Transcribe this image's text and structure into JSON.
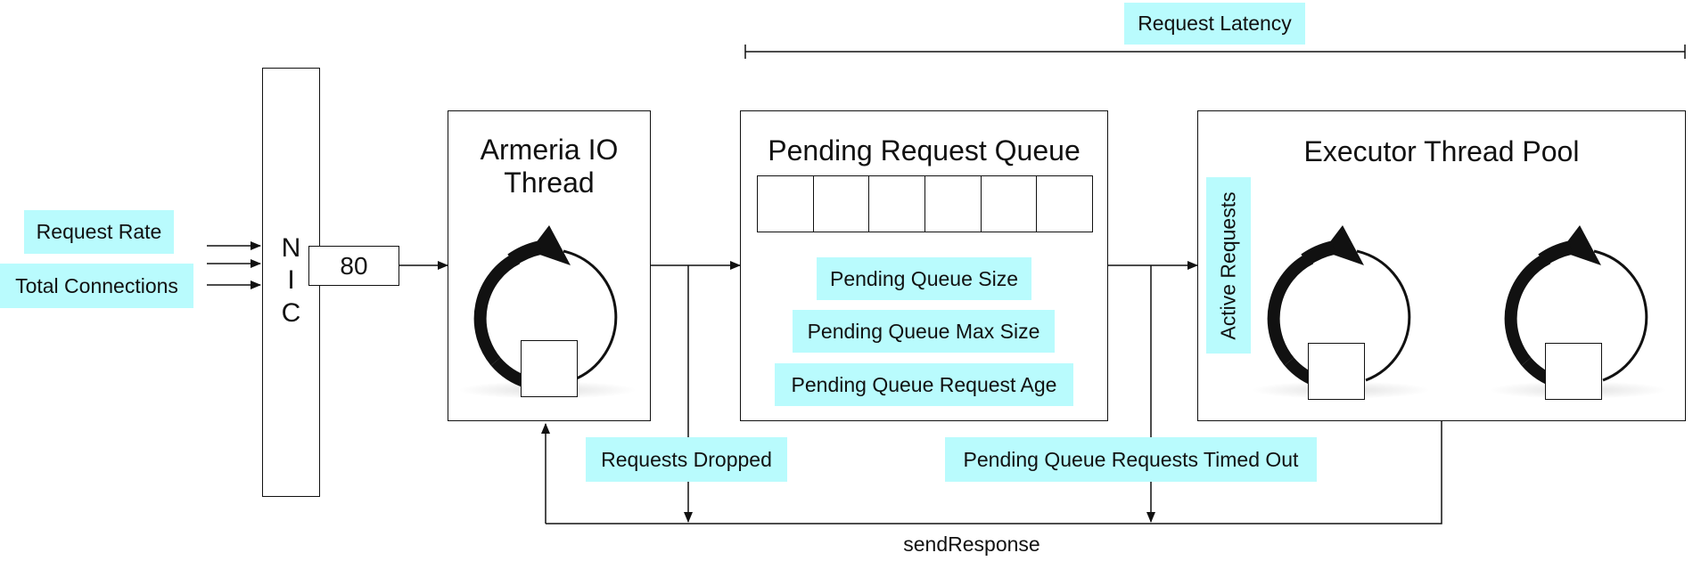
{
  "labels": {
    "request_latency": "Request Latency",
    "request_rate": "Request Rate",
    "total_connections": "Total Connections",
    "nic": [
      "N",
      "I",
      "C"
    ],
    "port": "80",
    "io_thread_line1": "Armeria IO",
    "io_thread_line2": "Thread",
    "pending_queue_title": "Pending Request Queue",
    "pending_queue_size": "Pending Queue Size",
    "pending_queue_max_size": "Pending Queue Max Size",
    "pending_queue_request_age": "Pending Queue Request Age",
    "executor_pool_title": "Executor Thread Pool",
    "active_requests": "Active Requests",
    "requests_dropped": "Requests Dropped",
    "pending_queue_timed_out": "Pending Queue Requests Timed Out",
    "send_response": "sendResponse"
  },
  "queue_slots": 6,
  "colors": {
    "highlight": "#b9fbfd",
    "stroke": "#111111"
  }
}
